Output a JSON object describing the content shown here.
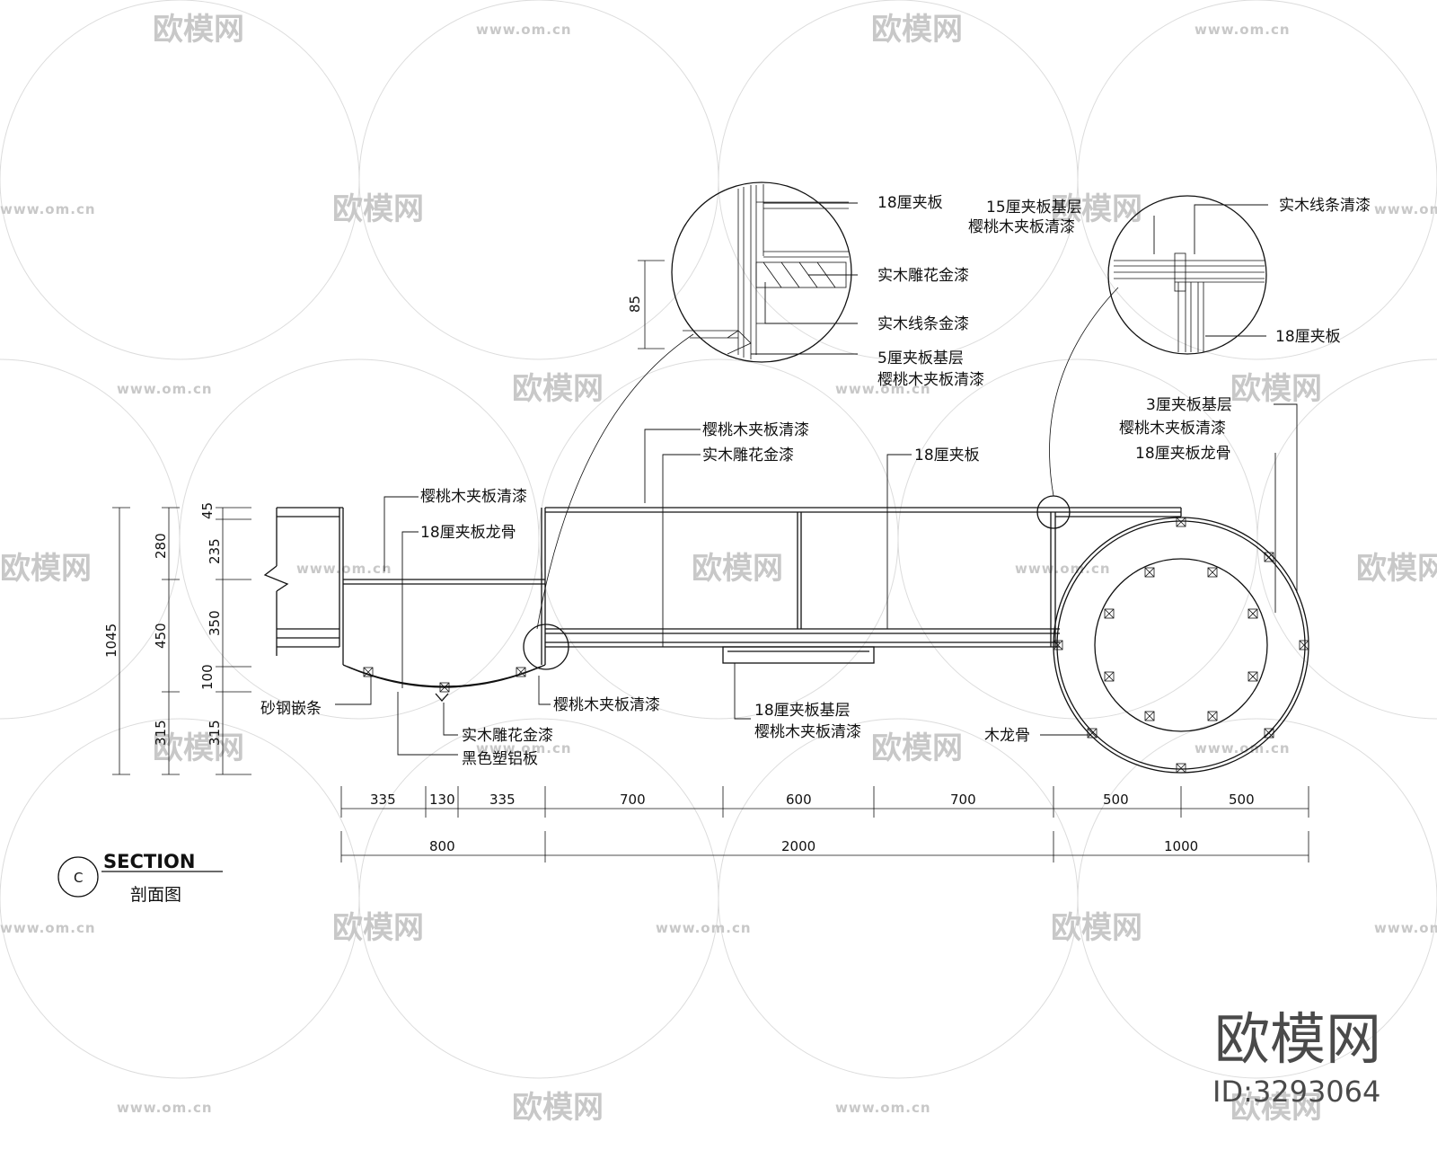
{
  "watermark": {
    "brand": "欧模网",
    "url": "www.om.cn"
  },
  "brand_mark": {
    "name": "欧模网",
    "id": "ID:3293064"
  },
  "section": {
    "marker": "C",
    "title": "SECTION",
    "subtitle": "剖面图"
  },
  "labels": {
    "detail1_plywood18": "18厘夹板",
    "detail1_carved_gold": "实木雕花金漆",
    "detail1_line_gold": "实木线条金漆",
    "detail1_base5": "5厘夹板基层",
    "detail1_cherry": "樱桃木夹板清漆",
    "detail2_base15": "15厘夹板基层",
    "detail2_cherry": "樱桃木夹板清漆",
    "detail2_line_clear": "实木线条清漆",
    "detail2_plywood18": "18厘夹板",
    "right_base3": "3厘夹板基层",
    "right_cherry": "樱桃木夹板清漆",
    "right_keel18": "18厘夹板龙骨",
    "top_cherry": "樱桃木夹板清漆",
    "top_carved_gold": "实木雕花金漆",
    "top_plywood18": "18厘夹板",
    "left_cherry": "樱桃木夹板清漆",
    "left_keel18": "18厘夹板龙骨",
    "sand_steel": "砂钢嵌条",
    "bottom_carved_gold": "实木雕花金漆",
    "black_alu": "黑色塑铝板",
    "mid_cherry": "樱桃木夹板清漆",
    "bottom_base18": "18厘夹板基层",
    "bottom_cherry": "樱桃木夹板清漆",
    "wood_keel": "木龙骨"
  },
  "dimensions": {
    "detail_85": "85",
    "left_total": "1045",
    "left_280": "280",
    "left_450": "450",
    "left_315a": "315",
    "right_45": "45",
    "right_235": "235",
    "right_350": "350",
    "right_100": "100",
    "right_315": "315",
    "b_335a": "335",
    "b_130": "130",
    "b_335b": "335",
    "b_700a": "700",
    "b_600": "600",
    "b_700b": "700",
    "b_500a": "500",
    "b_500b": "500",
    "t_800": "800",
    "t_2000": "2000",
    "t_1000": "1000"
  }
}
